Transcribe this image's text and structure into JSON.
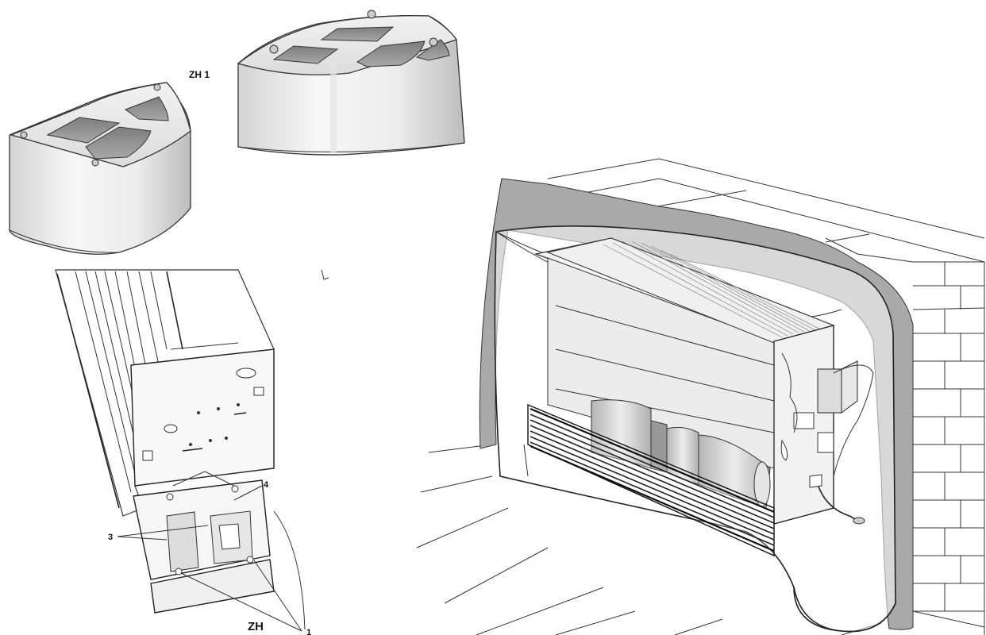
{
  "labels": {
    "top_model": "ZH 1",
    "bottom_model": "ZH",
    "callout_1": "1",
    "callout_3": "3",
    "callout_4": "4"
  },
  "colors": {
    "line": "#222222",
    "wall_shade": "#a9a9a9",
    "panel_light": "#eeeeee",
    "panel_mid": "#d6d6d6",
    "cavity": "#8f8f8f",
    "blower": "#c9c9c9"
  }
}
